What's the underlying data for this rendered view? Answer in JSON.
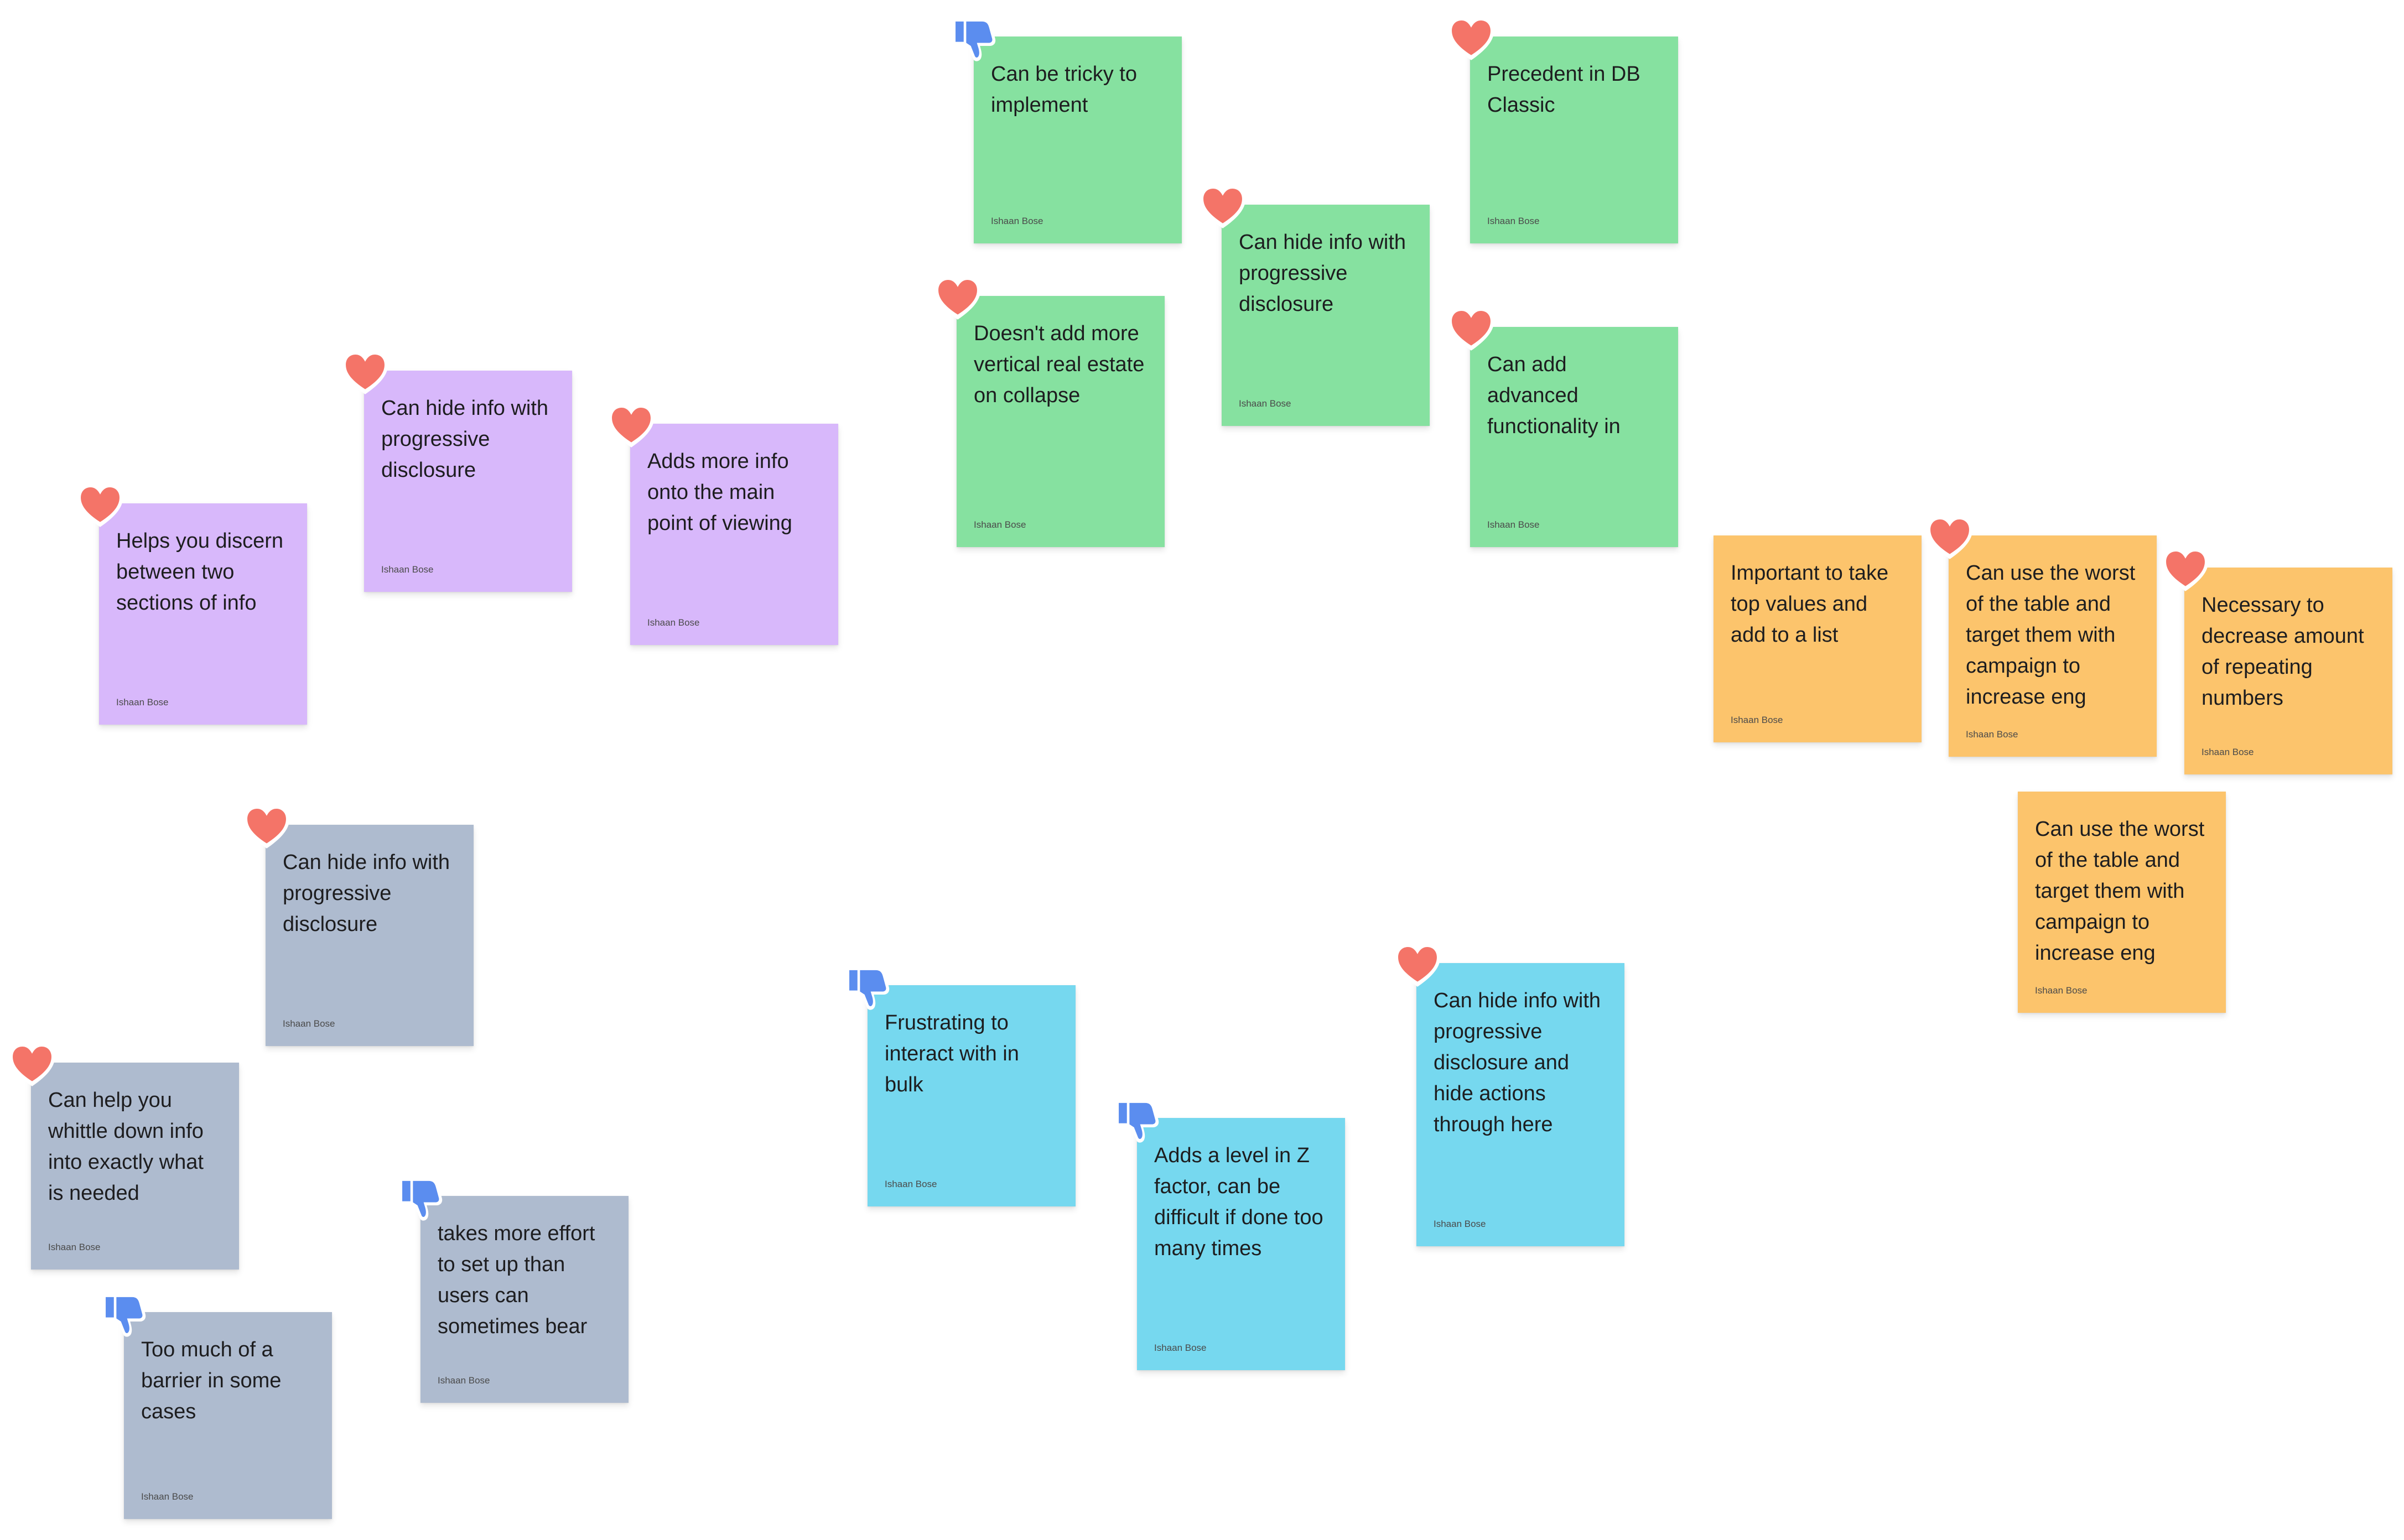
{
  "board": {
    "stamp_colors": {
      "heart": "#f47468",
      "thumbs_down": "#5b8def"
    },
    "notes": [
      {
        "text": "Can be tricky to implement",
        "author": "Ishaan Bose",
        "color": "green",
        "reaction": "thumbs-down-icon"
      },
      {
        "text": "Precedent in DB Classic",
        "author": "Ishaan Bose",
        "color": "green",
        "reaction": "heart-icon"
      },
      {
        "text": "Can hide info with progressive disclosure",
        "author": "Ishaan Bose",
        "color": "green",
        "reaction": "heart-icon"
      },
      {
        "text": "Doesn't add more vertical real estate on collapse",
        "author": "Ishaan Bose",
        "color": "green",
        "reaction": "heart-icon"
      },
      {
        "text": "Can add advanced functionality in",
        "author": "Ishaan Bose",
        "color": "green",
        "reaction": "heart-icon"
      },
      {
        "text": "Can hide info with progressive disclosure",
        "author": "Ishaan Bose",
        "color": "purple",
        "reaction": "heart-icon"
      },
      {
        "text": "Adds more info onto the main point of viewing",
        "author": "Ishaan Bose",
        "color": "purple",
        "reaction": "heart-icon"
      },
      {
        "text": "Helps you discern between two sections of info",
        "author": "Ishaan Bose",
        "color": "purple",
        "reaction": "heart-icon"
      },
      {
        "text": "Important to take top values and add to a list",
        "author": "Ishaan Bose",
        "color": "orange",
        "reaction": ""
      },
      {
        "text": "Can use the worst of the table and target them with campaign to increase eng",
        "author": "Ishaan Bose",
        "color": "orange",
        "reaction": "heart-icon"
      },
      {
        "text": "Necessary to decrease amount of repeating numbers",
        "author": "Ishaan Bose",
        "color": "orange",
        "reaction": "heart-icon"
      },
      {
        "text": "Can use the worst of the table and target them with campaign to increase eng",
        "author": "Ishaan Bose",
        "color": "orange",
        "reaction": ""
      },
      {
        "text": "Can hide info with progressive disclosure",
        "author": "Ishaan Bose",
        "color": "slate",
        "reaction": "heart-icon"
      },
      {
        "text": "Can help you whittle down info into exactly what is needed",
        "author": "Ishaan Bose",
        "color": "slate",
        "reaction": "heart-icon"
      },
      {
        "text": "takes more effort to set up than users can sometimes bear",
        "author": "Ishaan Bose",
        "color": "slate",
        "reaction": "thumbs-down-icon"
      },
      {
        "text": "Too much of a barrier in some cases",
        "author": "Ishaan Bose",
        "color": "slate",
        "reaction": "thumbs-down-icon"
      },
      {
        "text": "Frustrating to interact with in bulk",
        "author": "Ishaan Bose",
        "color": "cyan",
        "reaction": "thumbs-down-icon"
      },
      {
        "text": "Adds a level in Z factor, can be difficult if done too many times",
        "author": "Ishaan Bose",
        "color": "cyan",
        "reaction": "thumbs-down-icon"
      },
      {
        "text": "Can hide info with progressive disclosure and hide actions through here",
        "author": "Ishaan Bose",
        "color": "cyan",
        "reaction": "heart-icon"
      }
    ]
  }
}
